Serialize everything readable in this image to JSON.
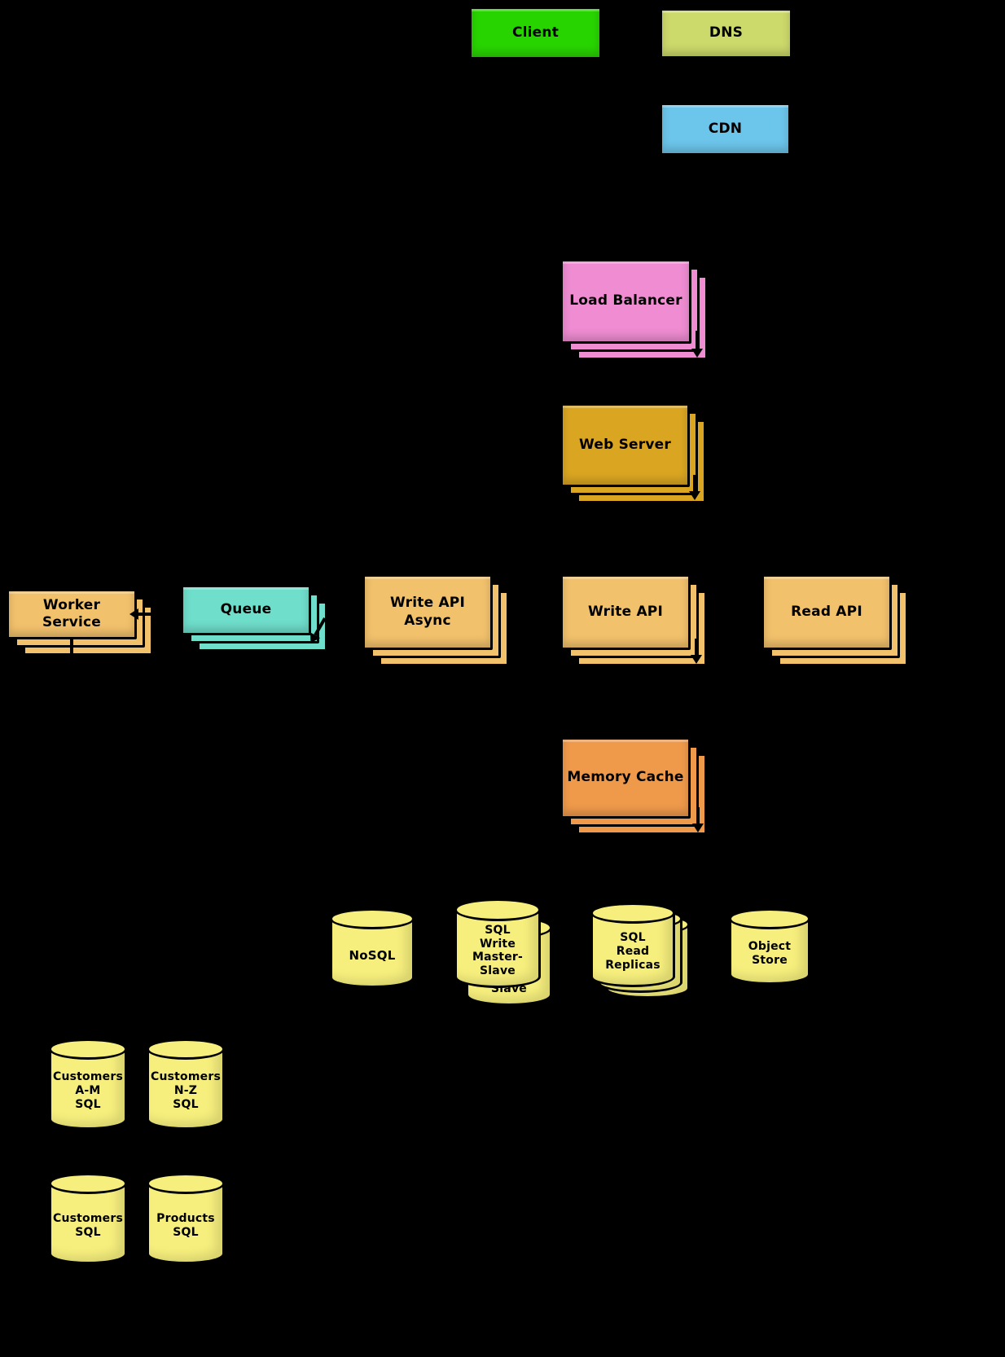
{
  "colors": {
    "background": "#000000",
    "outline": "#000000",
    "text": "#000000",
    "client": "#28d400",
    "dns": "#ccd96b",
    "cdn": "#6cc5ea",
    "load_balancer": "#ef8cd2",
    "web_server": "#daa622",
    "api_box": "#f1c16c",
    "queue": "#6fdecb",
    "memory_cache": "#ef9a4b",
    "database": "#f6ef7d"
  },
  "nodes": {
    "client": {
      "label": "Client"
    },
    "dns": {
      "label": "DNS"
    },
    "cdn": {
      "label": "CDN"
    },
    "load_balancer": {
      "label": "Load Balancer"
    },
    "web_server": {
      "label": "Web Server"
    },
    "worker_service": {
      "label": "Worker\nService"
    },
    "queue": {
      "label": "Queue"
    },
    "write_api_async": {
      "label": "Write API\nAsync"
    },
    "write_api": {
      "label": "Write API"
    },
    "read_api": {
      "label": "Read API"
    },
    "memory_cache": {
      "label": "Memory Cache"
    },
    "nosql": {
      "label": "NoSQL"
    },
    "sql_write_master_slave": {
      "label": "SQL\nWrite\nMaster-\nSlave"
    },
    "sql_read_replicas": {
      "label": "SQL\nRead\nReplicas"
    },
    "object_store": {
      "label": "Object\nStore"
    },
    "customers_am_sql": {
      "label": "Customers\nA-M\nSQL"
    },
    "customers_nz_sql": {
      "label": "Customers\nN-Z\nSQL"
    },
    "customers_sql": {
      "label": "Customers\nSQL"
    },
    "products_sql": {
      "label": "Products\nSQL"
    }
  }
}
